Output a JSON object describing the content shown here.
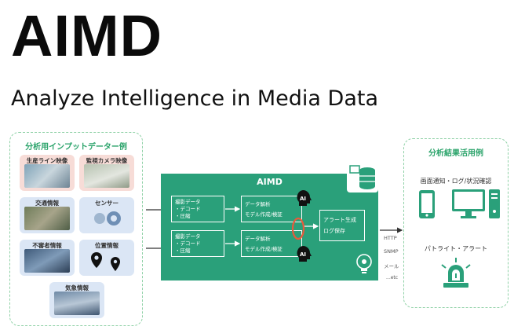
{
  "title": "AIMD",
  "subtitle": "Analyze Intelligence in Media Data",
  "input_panel": {
    "title": "分析用インプットデーター例",
    "tiles": [
      {
        "label": "生産ライン映像"
      },
      {
        "label": "監視カメラ映像"
      },
      {
        "label": "交通情報"
      },
      {
        "label": "センサー"
      },
      {
        "label": "不審者情報"
      },
      {
        "label": "位置情報"
      },
      {
        "label": "気象情報"
      }
    ]
  },
  "engine": {
    "title": "AIMD",
    "box1_lines": [
      "撮影データ",
      "・デコード",
      "・圧縮"
    ],
    "box2_lines": [
      "データ解析",
      "モデル作成/検証"
    ],
    "box3_lines": [
      "撮影データ",
      "・デコード",
      "・圧縮"
    ],
    "box4_lines": [
      "データ解析",
      "モデル作成/検証"
    ],
    "box5_lines": [
      "アラート生成",
      "ログ保存"
    ],
    "ai_badge": "AI"
  },
  "protocols": [
    "HTTP",
    "SNMP",
    "メール",
    "...etc"
  ],
  "output_panel": {
    "title": "分析結果活用例",
    "item1": "画面通知・ログ/状況確認",
    "item2": "パトライト・アラート"
  },
  "colors": {
    "accent": "#2aa07a",
    "panel_border": "#8fd1a6",
    "pink_tile": "#f7dcd7",
    "blue_tile": "#dbe6f5"
  },
  "icons": [
    "database-icon",
    "ai-head-icon",
    "lightbulb-gear-icon",
    "smartphone-icon",
    "desktop-icon",
    "patlite-icon",
    "location-pin-icon"
  ]
}
